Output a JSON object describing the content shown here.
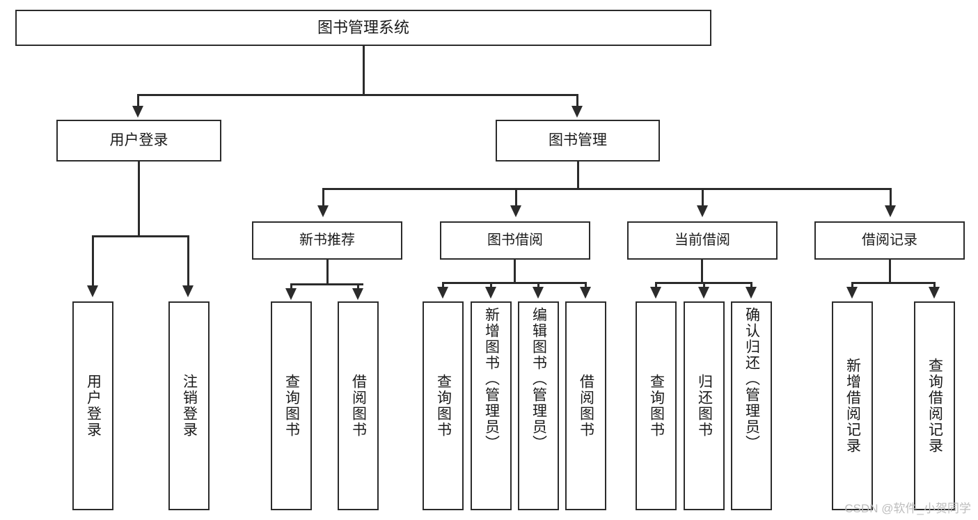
{
  "diagram": {
    "title": "图书管理系统",
    "type": "tree",
    "root": {
      "label": "图书管理系统"
    },
    "level2": [
      {
        "label": "用户登录"
      },
      {
        "label": "图书管理"
      }
    ],
    "level3": [
      {
        "label": "新书推荐"
      },
      {
        "label": "图书借阅"
      },
      {
        "label": "当前借阅"
      },
      {
        "label": "借阅记录"
      }
    ],
    "leaves": {
      "user_login": [
        {
          "label": "用户登录"
        },
        {
          "label": "注销登录"
        }
      ],
      "new_book_recommend": [
        {
          "label": "查询图书"
        },
        {
          "label": "借阅图书"
        }
      ],
      "book_borrow": [
        {
          "label": "查询图书"
        },
        {
          "label": "新增图书（管理员）"
        },
        {
          "label": "编辑图书（管理员）"
        },
        {
          "label": "借阅图书"
        }
      ],
      "current_borrow": [
        {
          "label": "查询图书"
        },
        {
          "label": "归还图书"
        },
        {
          "label": "确认归还（管理员）"
        }
      ],
      "borrow_record": [
        {
          "label": "新增借阅记录"
        },
        {
          "label": "查询借阅记录"
        }
      ]
    }
  },
  "watermark": {
    "text": "CSDN @软件_小贺同学"
  },
  "colors": {
    "stroke": "#2b2b2b",
    "background": "#ffffff",
    "text": "#1a1a1a",
    "watermark": "#bdbdbd"
  }
}
